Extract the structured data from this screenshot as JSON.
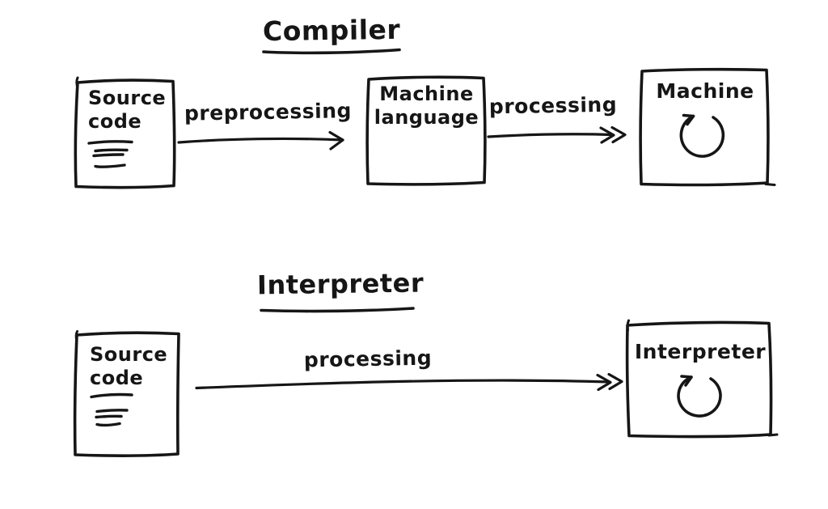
{
  "canvas": {
    "background": "#ffffff",
    "ink_color": "#161616"
  },
  "compiler_diagram": {
    "title": "Compiler",
    "source_code_box": {
      "label_line1": "Source",
      "label_line2": "code",
      "icon": "document-lines-icon"
    },
    "preprocessing_arrow": {
      "label": "preprocessing"
    },
    "machine_language_box": {
      "label_line1": "Machine",
      "label_line2": "language"
    },
    "processing_arrow": {
      "label": "processing"
    },
    "machine_box": {
      "label": "Machine",
      "icon": "loop-arrow-icon"
    }
  },
  "interpreter_diagram": {
    "title": "Interpreter",
    "source_code_box": {
      "label_line1": "Source",
      "label_line2": "code",
      "icon": "document-lines-icon"
    },
    "processing_arrow": {
      "label": "processing"
    },
    "interpreter_box": {
      "label": "Interpreter",
      "icon": "loop-arrow-icon"
    }
  }
}
